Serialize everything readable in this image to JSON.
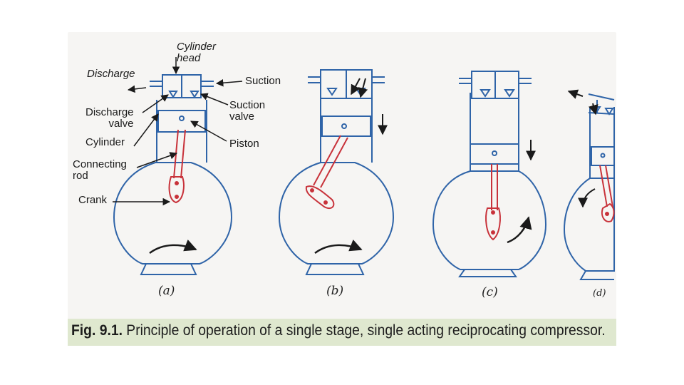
{
  "figure": {
    "labels": {
      "cylinder_head": "Cylinder\nhead",
      "discharge": "Discharge",
      "suction": "Suction",
      "discharge_valve": "Discharge\nvalve",
      "suction_valve": "Suction\nvalve",
      "cylinder": "Cylinder",
      "piston": "Piston",
      "connecting_rod": "Connecting\nrod",
      "crank": "Crank"
    },
    "panels": [
      "(a)",
      "(b)",
      "(c)",
      "(d)"
    ],
    "caption_number": "Fig. 9.1.",
    "caption_text": "Principle of operation of a single stage, single acting reciprocating compressor.",
    "colors": {
      "outline": "#2f64a8",
      "crank": "#c8323a",
      "arrow": "#1a1a1a",
      "caption_band": "#dfe8cf"
    }
  }
}
